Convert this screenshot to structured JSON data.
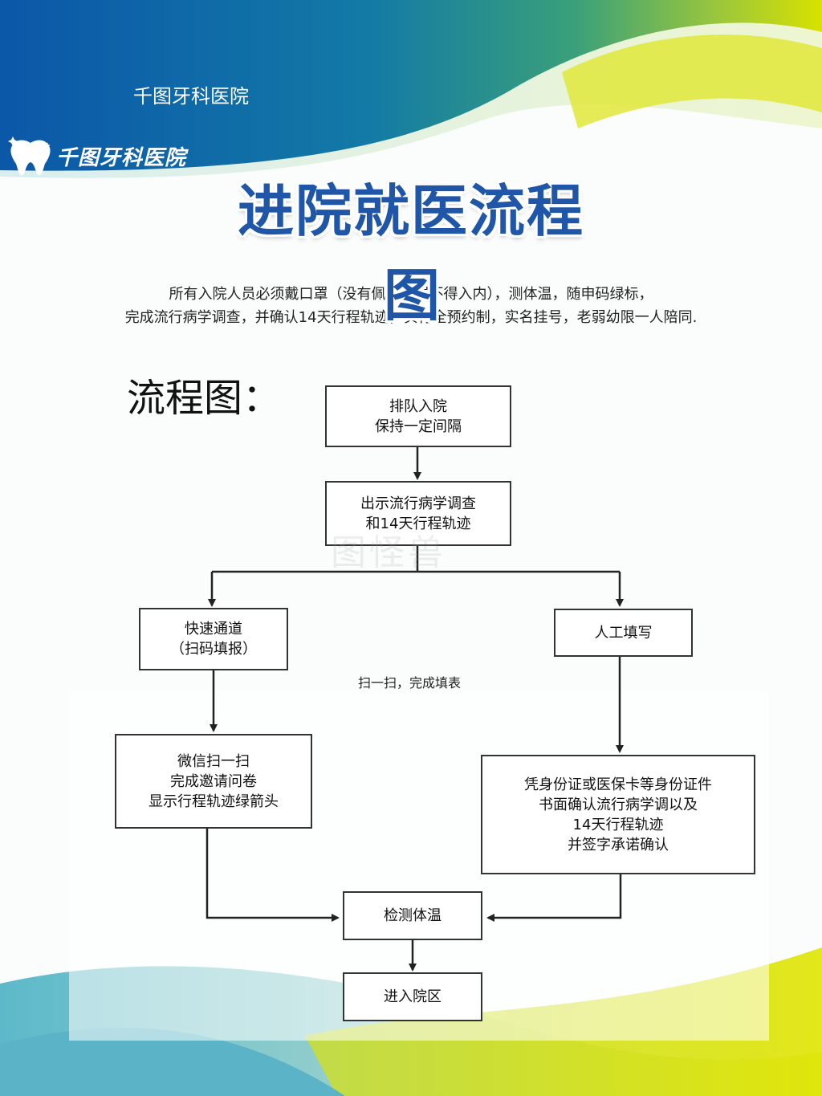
{
  "header": {
    "hospital_name": "千图牙科医院",
    "logo_text": "千图牙科医院",
    "logo_icon": "tooth-icon"
  },
  "title": {
    "main": "进院就医流程",
    "overflow": "图"
  },
  "notice": {
    "line1": "所有入院人员必须戴口罩（没有佩戴口罩不得入内），测体温，随申码绿标，",
    "line2": "完成流行病学调查，并确认14天行程轨迹，实行全预约制，实名挂号，老弱幼限一人陪同."
  },
  "flowchart": {
    "label": "流程图：",
    "queue": [
      "排队入院",
      "保持一定间隔"
    ],
    "show_survey": [
      "出示流行病学调查",
      "和14天行程轨迹"
    ],
    "fast_lane": [
      "快速通道",
      "（扫码填报）"
    ],
    "manual": [
      "人工填写"
    ],
    "scan_note": "扫一扫，完成填表",
    "wechat": [
      "微信扫一扫",
      "完成邀请问卷",
      "显示行程轨迹绿箭头"
    ],
    "id_card": [
      "凭身份证或医保卡等身份证件",
      "书面确认流行病学调以及",
      "14天行程轨迹",
      "并签字承诺确认"
    ],
    "temperature": [
      "检测体温"
    ],
    "enter": [
      "进入院区"
    ]
  },
  "watermark": "图怪兽",
  "colors": {
    "brand_blue": "#1f56a8",
    "header_blue": "#0a5aa8",
    "accent_green": "#c5d62a",
    "accent_yellow": "#dfe500",
    "teal": "#5bb8c8",
    "box_border": "#333333"
  }
}
